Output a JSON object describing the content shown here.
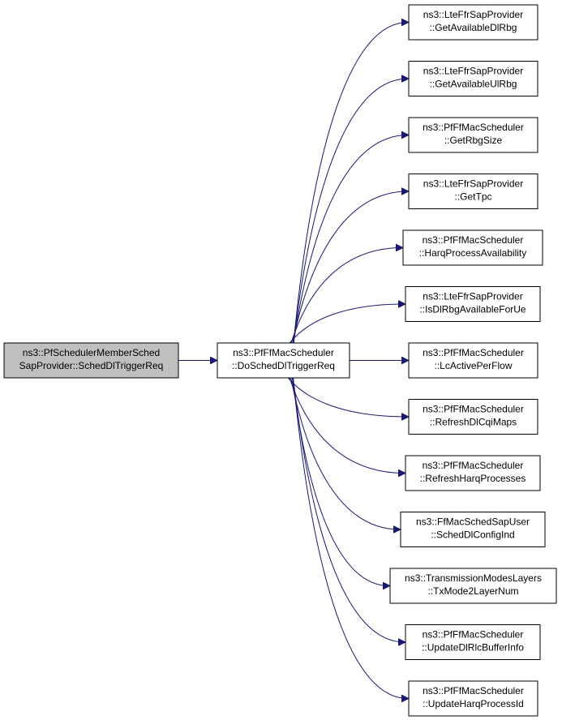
{
  "graph": {
    "edge_color": "#191970",
    "root_fill": "#bfbfbf",
    "node_fill": "#ffffff",
    "root": {
      "line1": "ns3::PfSchedulerMemberSched",
      "line2": "SapProvider::SchedDlTriggerReq"
    },
    "caller": {
      "line1": "ns3::PfFfMacScheduler",
      "line2": "::DoSchedDlTriggerReq"
    },
    "callees": [
      {
        "line1": "ns3::LteFfrSapProvider",
        "line2": "::GetAvailableDlRbg"
      },
      {
        "line1": "ns3::LteFfrSapProvider",
        "line2": "::GetAvailableUlRbg"
      },
      {
        "line1": "ns3::PfFfMacScheduler",
        "line2": "::GetRbgSize"
      },
      {
        "line1": "ns3::LteFfrSapProvider",
        "line2": "::GetTpc"
      },
      {
        "line1": "ns3::PfFfMacScheduler",
        "line2": "::HarqProcessAvailability"
      },
      {
        "line1": "ns3::LteFfrSapProvider",
        "line2": "::IsDlRbgAvailableForUe"
      },
      {
        "line1": "ns3::PfFfMacScheduler",
        "line2": "::LcActivePerFlow"
      },
      {
        "line1": "ns3::PfFfMacScheduler",
        "line2": "::RefreshDlCqiMaps"
      },
      {
        "line1": "ns3::PfFfMacScheduler",
        "line2": "::RefreshHarqProcesses"
      },
      {
        "line1": "ns3::FfMacSchedSapUser",
        "line2": "::SchedDlConfigInd"
      },
      {
        "line1": "ns3::TransmissionModesLayers",
        "line2": "::TxMode2LayerNum"
      },
      {
        "line1": "ns3::PfFfMacScheduler",
        "line2": "::UpdateDlRlcBufferInfo"
      },
      {
        "line1": "ns3::PfFfMacScheduler",
        "line2": "::UpdateHarqProcessId"
      }
    ]
  }
}
